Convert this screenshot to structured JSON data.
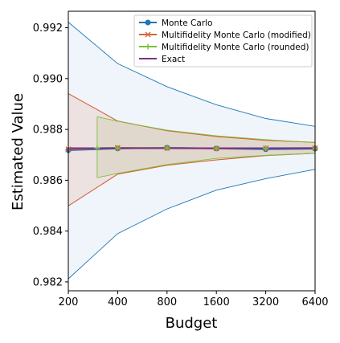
{
  "chart_data": {
    "type": "line",
    "title": "",
    "xlabel": "Budget",
    "ylabel": "Estimated Value",
    "x_scale": "log2",
    "xlim": [
      200,
      6400
    ],
    "ylim": [
      0.98165,
      0.99265
    ],
    "x_ticks": [
      200,
      400,
      800,
      1600,
      3200,
      6400
    ],
    "x_tick_labels": [
      "200",
      "400",
      "800",
      "1600",
      "3200",
      "6400"
    ],
    "y_ticks": [
      0.982,
      0.984,
      0.986,
      0.988,
      0.99,
      0.992
    ],
    "y_tick_labels": [
      "0.982",
      "0.984",
      "0.986",
      "0.988",
      "0.990",
      "0.992"
    ],
    "grid": false,
    "legend_placement": "top-right",
    "series": [
      {
        "name": "Monte Carlo",
        "color": "#1f77b4",
        "band_color": "#1f77b4",
        "marker": "circle",
        "x": [
          200,
          400,
          800,
          1600,
          3200,
          6400
        ],
        "values": [
          0.98718,
          0.98725,
          0.98728,
          0.98725,
          0.98722,
          0.98724
        ],
        "lower": [
          0.98212,
          0.9839,
          0.98487,
          0.98561,
          0.98606,
          0.98643
        ],
        "upper": [
          0.99222,
          0.99059,
          0.98968,
          0.98897,
          0.98843,
          0.98812
        ]
      },
      {
        "name": "Multifidelity Monte Carlo (modified)",
        "color": "#d9633a",
        "band_color": "#d9633a",
        "marker": "x",
        "x": [
          200,
          400,
          800,
          1600,
          3200,
          6400
        ],
        "values": [
          0.98722,
          0.98728,
          0.98726,
          0.98725,
          0.98726,
          0.98727
        ],
        "lower": [
          0.98499,
          0.98624,
          0.98659,
          0.9868,
          0.98697,
          0.98706
        ],
        "upper": [
          0.98941,
          0.98833,
          0.98795,
          0.98772,
          0.98757,
          0.98749
        ]
      },
      {
        "name": "Multifidelity Monte Carlo (rounded)",
        "color": "#7cbf3c",
        "band_color": "#9c9c4c",
        "marker": "plus",
        "x": [
          300,
          400,
          800,
          1600,
          3200,
          6400
        ],
        "values": [
          0.98727,
          0.98727,
          0.98727,
          0.98726,
          0.98726,
          0.98726
        ],
        "lower": [
          0.9861,
          0.98627,
          0.98662,
          0.98686,
          0.98698,
          0.98706
        ],
        "upper": [
          0.9885,
          0.98832,
          0.98797,
          0.98775,
          0.9876,
          0.98748
        ]
      },
      {
        "name": "Exact",
        "color": "#7b2f87",
        "marker": "none",
        "x": [
          200,
          6400
        ],
        "values": [
          0.98726,
          0.98726
        ]
      }
    ]
  }
}
